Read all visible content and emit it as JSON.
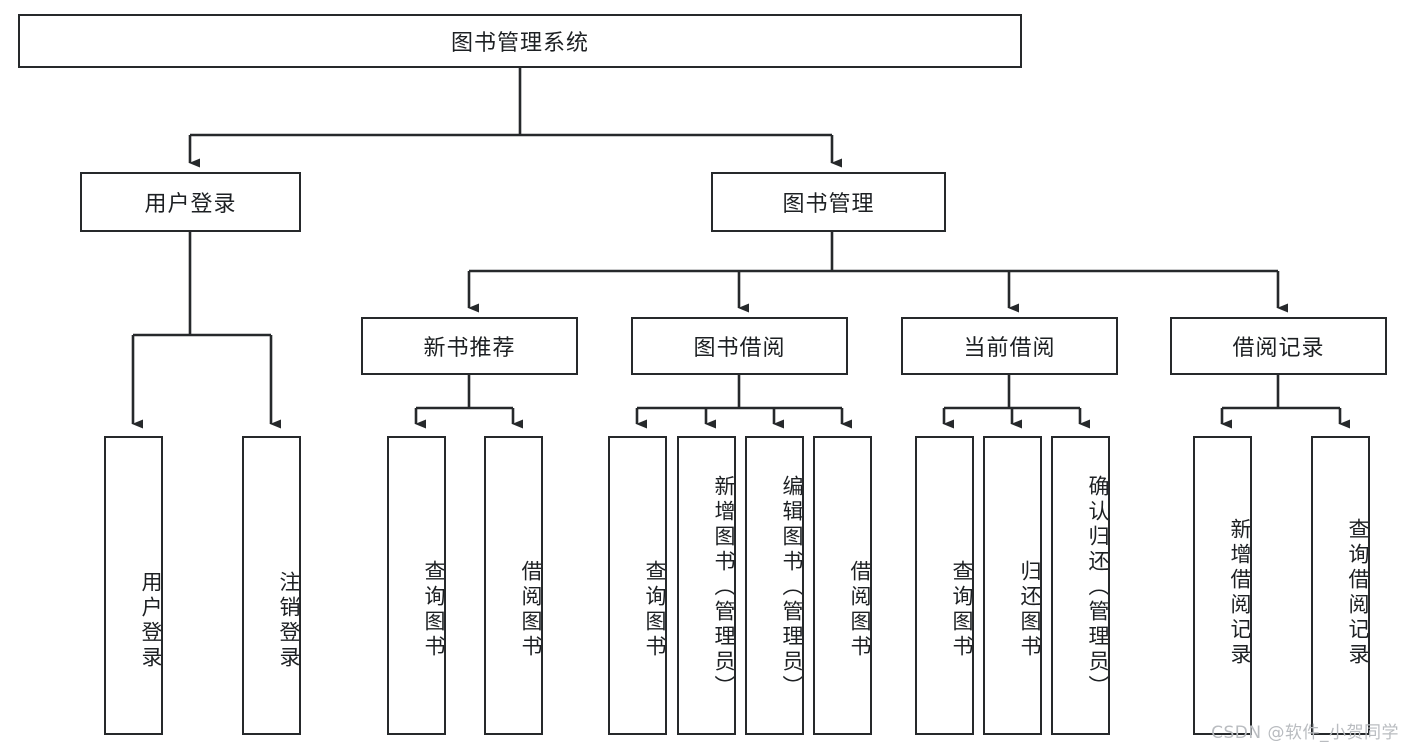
{
  "diagram": {
    "type": "tree",
    "title": "图书管理系统",
    "root": {
      "label": "图书管理系统"
    },
    "level2": [
      {
        "label": "用户登录"
      },
      {
        "label": "图书管理"
      }
    ],
    "level3": [
      {
        "label": "新书推荐"
      },
      {
        "label": "图书借阅"
      },
      {
        "label": "当前借阅"
      },
      {
        "label": "借阅记录"
      }
    ],
    "leaves": {
      "user_login": [
        {
          "label": "用户登录"
        },
        {
          "label": "注销登录"
        }
      ],
      "new_book_recommend": [
        {
          "label": "查询图书"
        },
        {
          "label": "借阅图书"
        }
      ],
      "book_borrow": [
        {
          "label": "查询图书"
        },
        {
          "label": "新增图书（管理员）"
        },
        {
          "label": "编辑图书（管理员）"
        },
        {
          "label": "借阅图书"
        }
      ],
      "current_borrow": [
        {
          "label": "查询图书"
        },
        {
          "label": "归还图书"
        },
        {
          "label": "确认归还（管理员）"
        }
      ],
      "borrow_record": [
        {
          "label": "新增借阅记录"
        },
        {
          "label": "查询借阅记录"
        }
      ]
    }
  },
  "watermark": {
    "text": "CSDN @软件_小贺同学"
  },
  "colors": {
    "border": "#26292b",
    "text": "#1d2023",
    "background": "#ffffff",
    "watermark": "#b9bcc0"
  }
}
